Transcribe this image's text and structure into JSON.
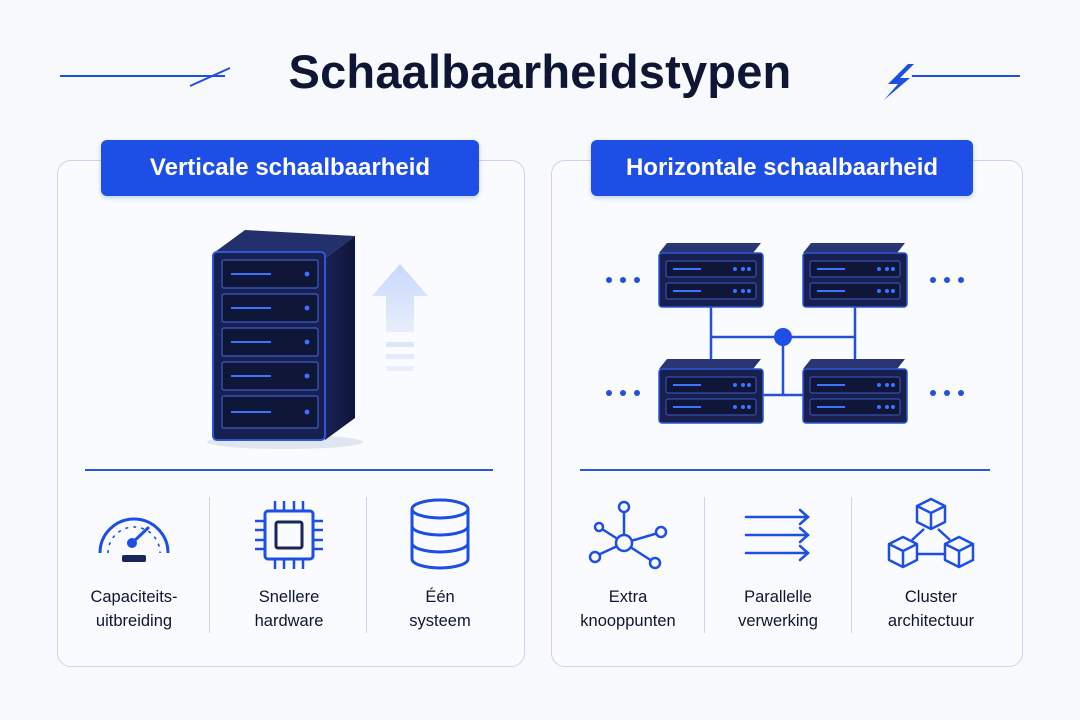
{
  "title": "Schaalbaarheidstypen",
  "colors": {
    "accent": "#1d4ee6",
    "dark_navy": "#0e1633",
    "panel_border": "#c7d6ee",
    "server_body": "#1a2558",
    "server_led": "#3d73ff"
  },
  "left_panel": {
    "heading": "Verticale schaalbaarheid",
    "illustration": {
      "icon": "server-rack-icon",
      "arrow": "arrow-up-icon"
    },
    "features": [
      {
        "icon": "gauge-icon",
        "line1": "Capaciteits-",
        "line2": "uitbreiding"
      },
      {
        "icon": "chip-icon",
        "line1": "Snellere",
        "line2": "hardware"
      },
      {
        "icon": "database-icon",
        "line1": "Één",
        "line2": "systeem"
      }
    ]
  },
  "right_panel": {
    "heading": "Horizontale schaalbaarheid",
    "illustration": {
      "icon": "server-nodes-network-icon"
    },
    "features": [
      {
        "icon": "nodes-network-icon",
        "line1": "Extra",
        "line2": "knooppunten"
      },
      {
        "icon": "parallel-arrows-icon",
        "line1": "Parallelle",
        "line2": "verwerking"
      },
      {
        "icon": "cluster-cubes-icon",
        "line1": "Cluster",
        "line2": "architectuur"
      }
    ]
  }
}
